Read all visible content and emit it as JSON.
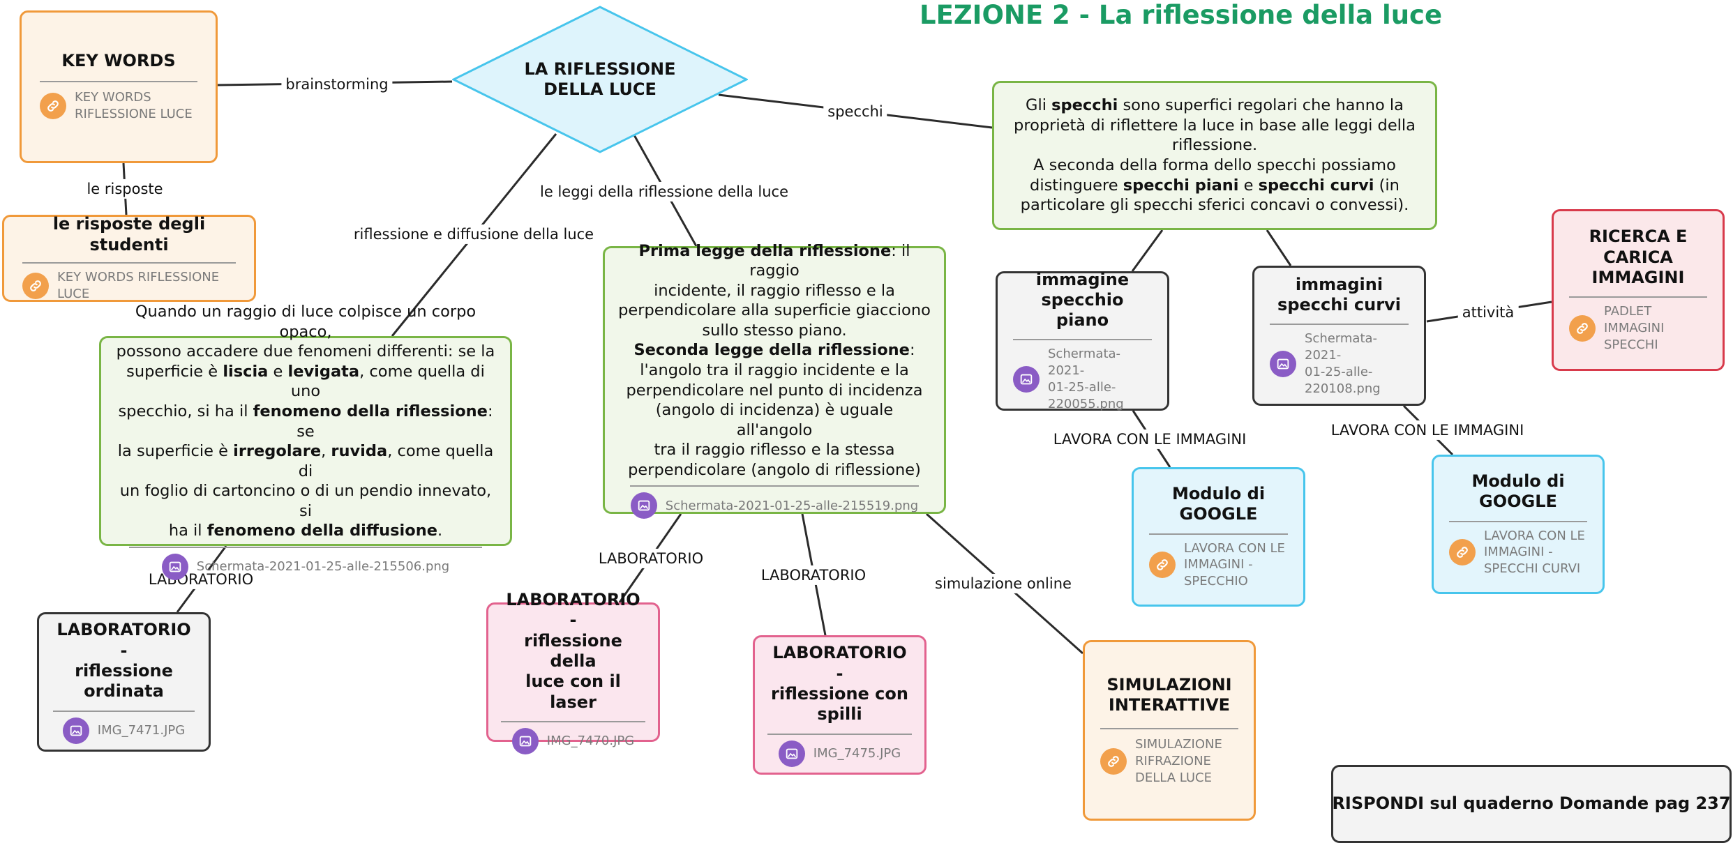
{
  "title": "LEZIONE 2 - La riflessione della luce",
  "colors": {
    "title": "#1a9b63",
    "orange": "#f0993a",
    "green": "#79b545",
    "gray": "#333333",
    "pink": "#e2628e",
    "blue": "#47c5ec",
    "red": "#d83a4b",
    "link_icon": "#f2a04c",
    "image_icon": "#8a5cc5"
  },
  "central": {
    "title_l1": "LA RIFLESSIONE",
    "title_l2": "DELLA LUCE"
  },
  "edge_labels": {
    "brainstorming": "brainstorming",
    "le_risposte": "le risposte",
    "specchi": "specchi",
    "leggi": "le leggi della riflessione della luce",
    "diffusione": "riflessione e diffusione della luce",
    "lab1": "LABORATORIO",
    "lab2": "LABORATORIO",
    "lab3": "LABORATORIO",
    "simulazione": "simulazione online",
    "lavora1": "LAVORA CON LE IMMAGINI",
    "lavora2": "LAVORA CON LE IMMAGINI",
    "attivita": "attività"
  },
  "nodes": {
    "keywords": {
      "title": "KEY WORDS",
      "link_l1": "KEY WORDS",
      "link_l2": "RIFLESSIONE LUCE"
    },
    "risposte": {
      "title": "le risposte degli studenti",
      "link": "KEY WORDS RIFLESSIONE LUCE"
    },
    "diffusione": {
      "l1": "Quando un raggio di luce colpisce un corpo opaco,",
      "l2": "possono accadere due fenomeni differenti: se la",
      "l3a": "superficie è ",
      "l3b": "liscia",
      "l3c": " e ",
      "l3d": "levigata",
      "l3e": ", come quella di uno",
      "l4a": "specchio, si ha il ",
      "l4b": "fenomeno della riflessione",
      "l4c": ": se",
      "l5a": "la superficie è ",
      "l5b": "irregolare",
      "l5c": ", ",
      "l5d": "ruvida",
      "l5e": ", come quella di",
      "l6": "un foglio di cartoncino o di un pendio innevato, si",
      "l7a": "ha il ",
      "l7b": "fenomeno della diffusione",
      "l7c": ".",
      "image": "Schermata-2021-01-25-alle-215506.png"
    },
    "leggi": {
      "b1": "Prima legge della riflessione",
      "p1": ": il raggio",
      "l2": "incidente, il raggio riflesso e la",
      "l3": "perpendicolare alla superficie giacciono",
      "l4": "sullo stesso piano.",
      "b2": "Seconda legge della riflessione",
      "p2": ":",
      "l6": "l'angolo tra il raggio incidente e la",
      "l7": "perpendicolare nel punto di incidenza",
      "l8": "(angolo di incidenza) è uguale all'angolo",
      "l9": "tra il raggio riflesso e la stessa",
      "l10": "perpendicolare (angolo di riflessione)",
      "image": "Schermata-2021-01-25-alle-215519.png"
    },
    "specchi": {
      "l1a": "Gli ",
      "l1b": "specchi",
      "l1c": " sono superfici regolari che hanno la",
      "l2": "proprietà di riflettere la luce in base alle leggi della",
      "l3": "riflessione.",
      "l4": "A seconda della forma dello specchi possiamo",
      "l5a": "distinguere ",
      "l5b": "specchi piani",
      "l5c": " e ",
      "l5d": "specchi curvi",
      "l5e": " (in",
      "l6": "particolare gli specchi sferici concavi o convessi)."
    },
    "piano": {
      "title_l1": "immagine",
      "title_l2": "specchio piano",
      "img_l1": "Schermata-2021-",
      "img_l2": "01-25-alle-",
      "img_l3": "220055.png"
    },
    "curvi": {
      "title_l1": "immagini",
      "title_l2": "specchi curvi",
      "img_l1": "Schermata-2021-",
      "img_l2": "01-25-alle-",
      "img_l3": "220108.png"
    },
    "ricerca": {
      "title_l1": "RICERCA E",
      "title_l2": "CARICA",
      "title_l3": "IMMAGINI",
      "link_l1": "PADLET",
      "link_l2": "IMMAGINI",
      "link_l3": "SPECCHI"
    },
    "google1": {
      "title_l1": "Modulo di",
      "title_l2": "GOOGLE",
      "link_l1": "LAVORA CON LE",
      "link_l2": "IMMAGINI -",
      "link_l3": "SPECCHIO"
    },
    "google2": {
      "title_l1": "Modulo di",
      "title_l2": "GOOGLE",
      "link_l1": "LAVORA CON LE",
      "link_l2": "IMMAGINI -",
      "link_l3": "SPECCHI CURVI"
    },
    "lab_ordinata": {
      "title_l1": "LABORATORIO -",
      "title_l2": "riflessione",
      "title_l3": "ordinata",
      "image": "IMG_7471.JPG"
    },
    "lab_laser": {
      "title_l1": "LABORATORIO -",
      "title_l2": "riflessione della",
      "title_l3": "luce con il laser",
      "image": "IMG_7470.JPG"
    },
    "lab_spilli": {
      "title_l1": "LABORATORIO -",
      "title_l2": "riflessione con",
      "title_l3": "spilli",
      "image": "IMG_7475.JPG"
    },
    "simulazioni": {
      "title_l1": "SIMULAZIONI",
      "title_l2": "INTERATTIVE",
      "link_l1": "SIMULAZIONE",
      "link_l2": "RIFRAZIONE",
      "link_l3": "DELLA LUCE"
    },
    "rispondi": {
      "title": "RISPONDI sul quaderno Domande pag 237"
    }
  }
}
